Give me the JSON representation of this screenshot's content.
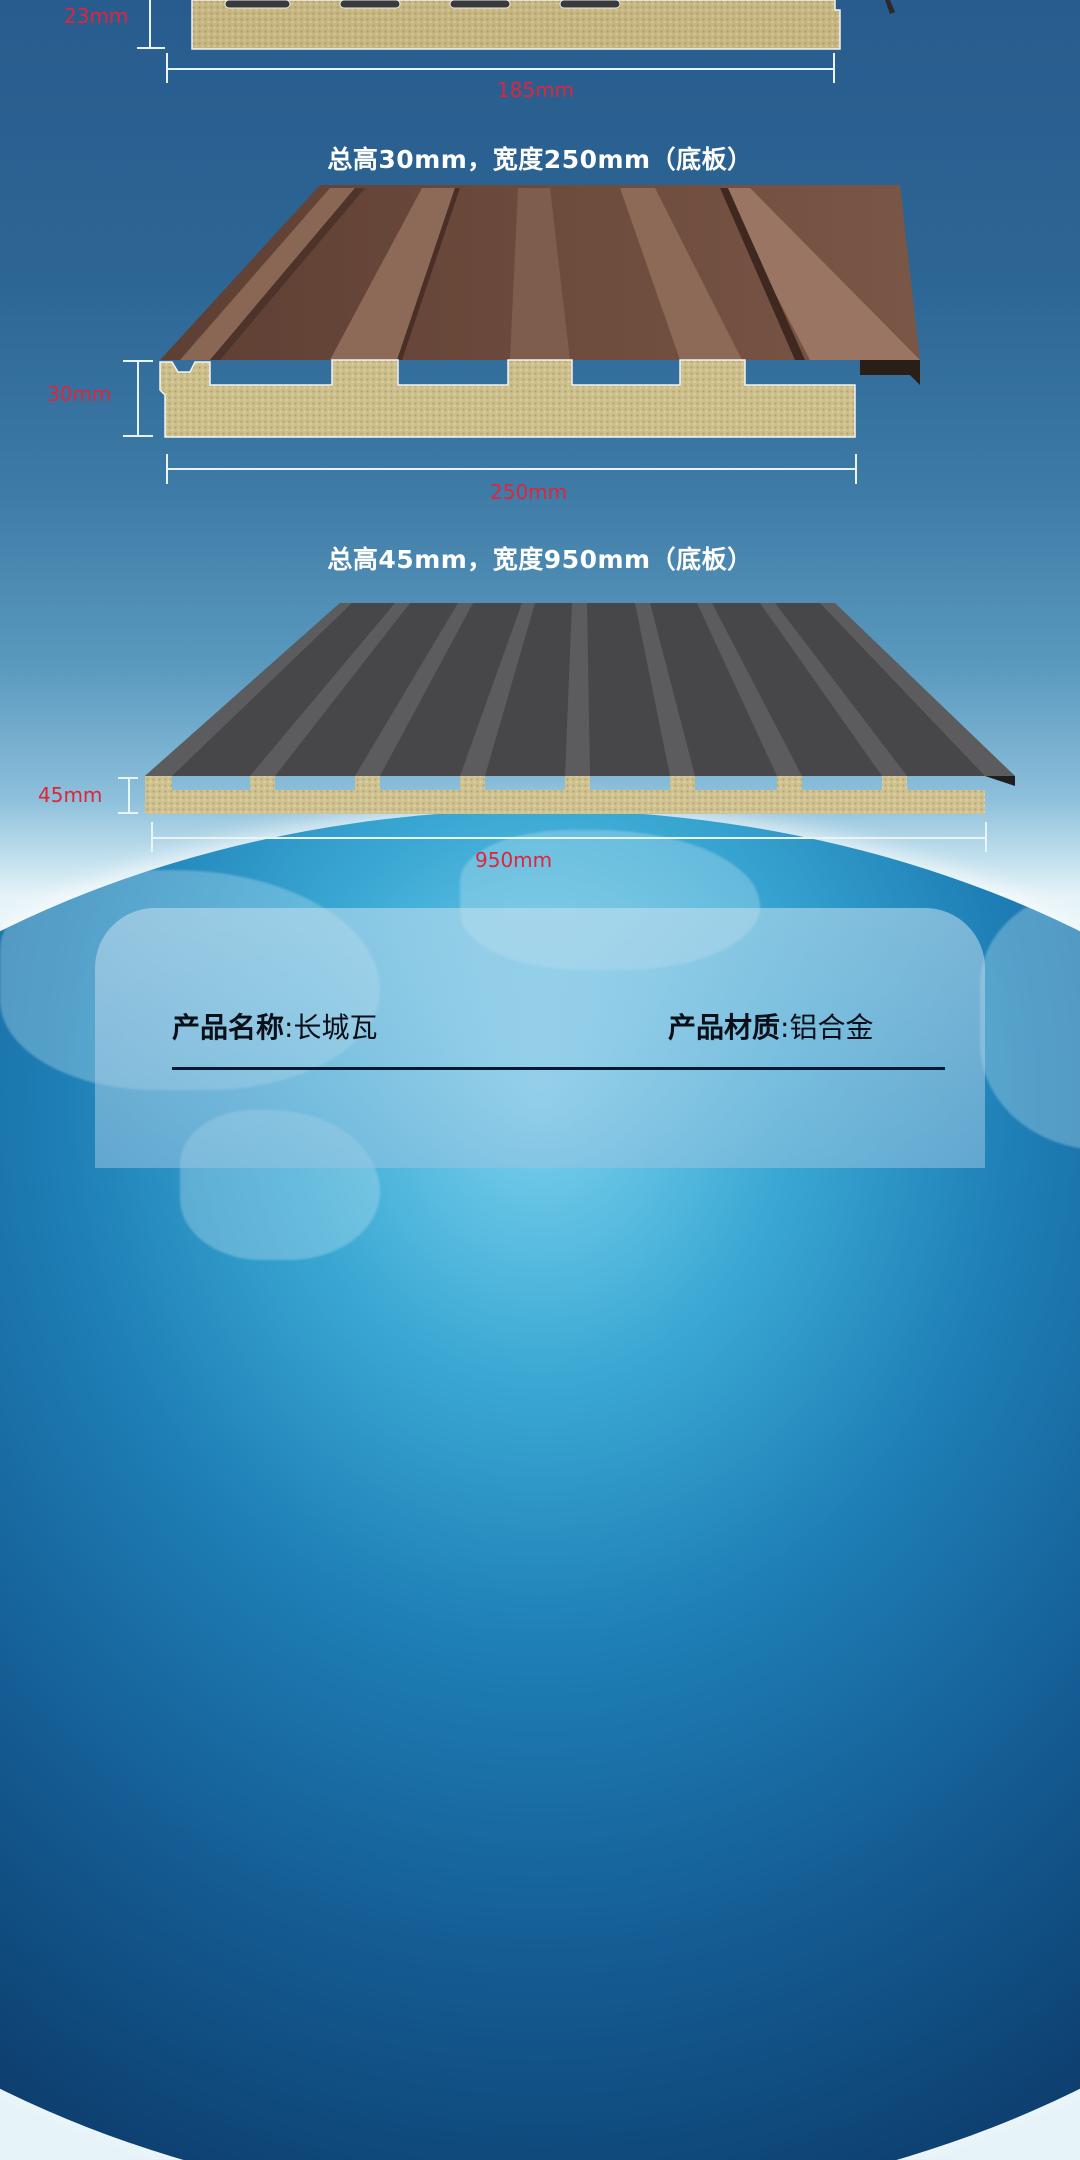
{
  "panels": [
    {
      "id": "panel-1",
      "heading": "",
      "height_label": "23mm",
      "width_label": "185mm",
      "color": "#b9ab77",
      "partially_visible": true
    },
    {
      "id": "panel-2",
      "heading": "总高30mm，宽度250mm（底板）",
      "height_label": "30mm",
      "width_label": "250mm",
      "color": "#6b4a3c"
    },
    {
      "id": "panel-3",
      "heading": "总高45mm，宽度950mm（底板）",
      "height_label": "45mm",
      "width_label": "950mm",
      "color": "#4a4a4c"
    }
  ],
  "specs": {
    "name_key": "产品名称",
    "name_sep": ":",
    "name_value": "长城瓦",
    "material_key": "产品材质",
    "material_sep": ":",
    "material_value": "铝合金"
  },
  "colors": {
    "dimension_text": "#e0243c",
    "foam": "#c8b985",
    "background_top": "#285c8e"
  }
}
